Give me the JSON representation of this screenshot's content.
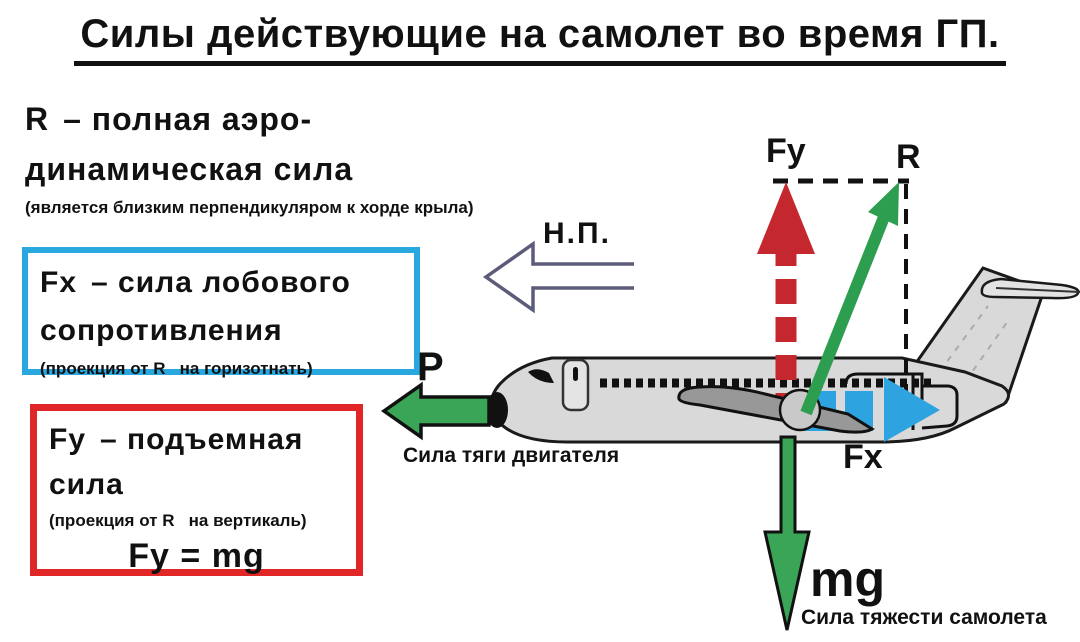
{
  "title": "Силы действующие на самолет во время ГП.",
  "legend": {
    "r_block": {
      "symbol": "R",
      "line1": "– полная аэро-",
      "line2": "динамическая сила",
      "note": "(является близким перпендикуляром к хорде крыла)"
    },
    "fx_block": {
      "symbol": "Fx",
      "line1": "– сила лобового",
      "line2": "сопротивления",
      "note": "(проекция от R   на горизотнать)",
      "border_color": "#29a8e0"
    },
    "fy_block": {
      "symbol": "Fy",
      "line1": "– подъемная",
      "line2": "сила",
      "note": "(проекция от R   на вертикаль)",
      "formula": "Fy = mg",
      "border_color": "#e02626"
    }
  },
  "diagram": {
    "force_labels": {
      "lift": "Fy",
      "resultant": "R",
      "heading": "Н.П.",
      "thrust": "P",
      "drag": "Fx",
      "weight": "mg"
    },
    "captions": {
      "thrust": "Сила тяги двигателя",
      "weight": "Сила тяжести самолета"
    },
    "colors": {
      "lift_arrow": "#c4272e",
      "resultant_arrow": "#2d9e50",
      "thrust_arrow": "#3aa557",
      "weight_arrow": "#3aa557",
      "drag_arrow": "#2da4e0",
      "heading_arrow": "#5c5c7a",
      "construction_dash": "#111111",
      "plane_fill": "#d9d9d9",
      "wing_fill": "#989898"
    }
  }
}
